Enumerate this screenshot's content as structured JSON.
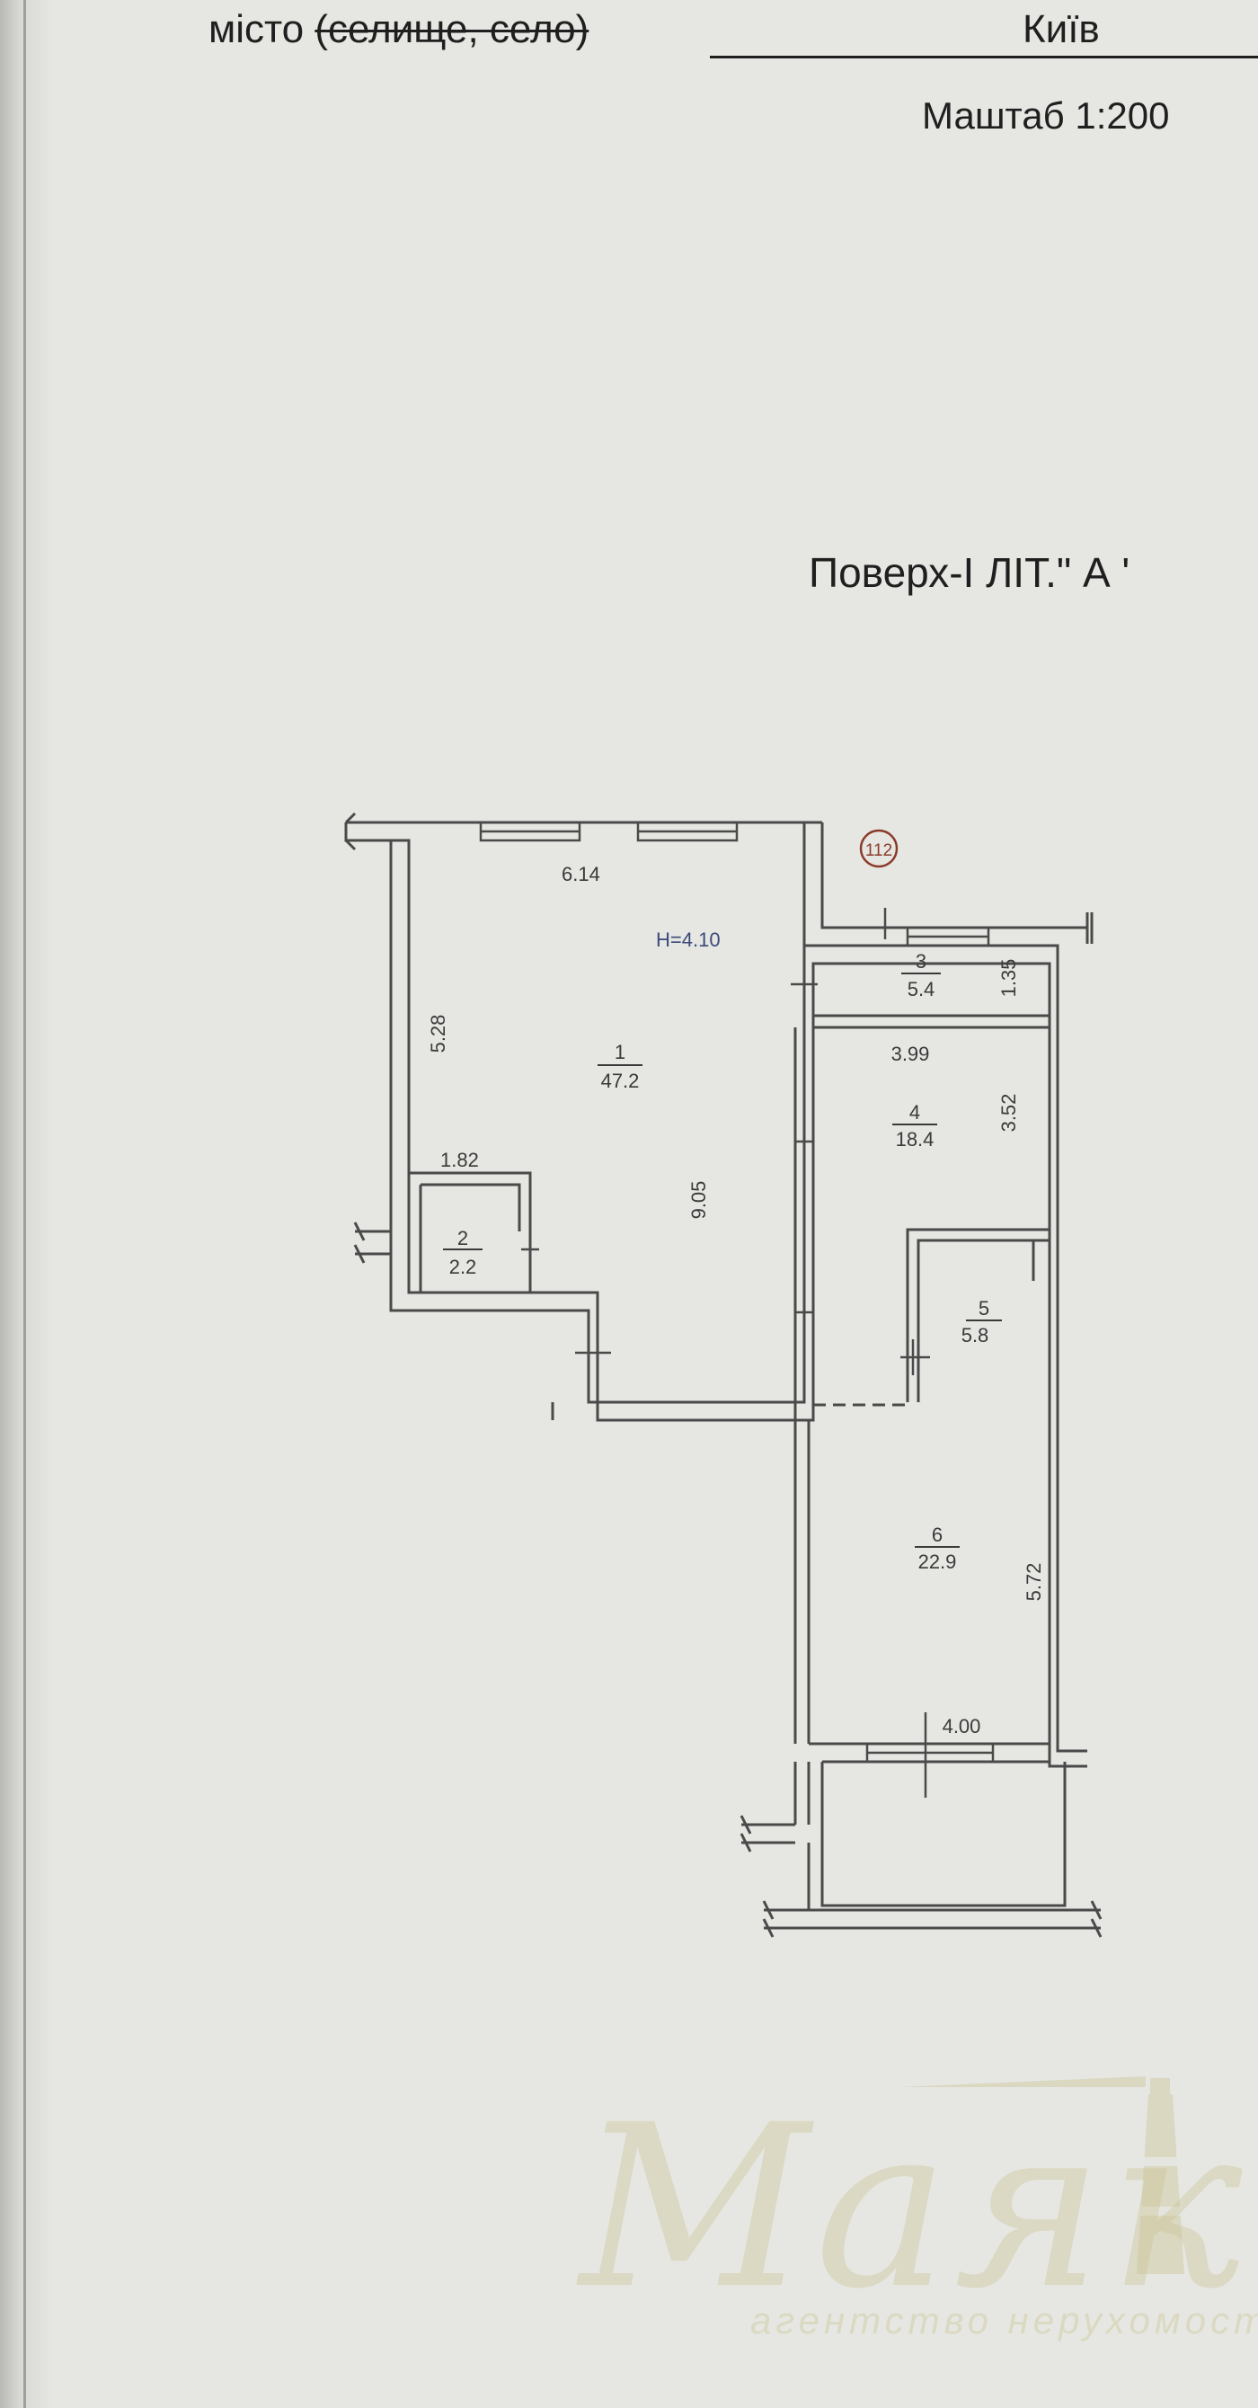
{
  "header": {
    "city_prefix": "місто ",
    "city_struck": "(селище, село)",
    "city_name": "Київ",
    "scale": "Маштаб 1:200",
    "floor": "Поверх-І  ЛІТ.\" А '"
  },
  "plan": {
    "building_number": "112",
    "ceiling_height": "H=4.10",
    "rooms": [
      {
        "number": "1",
        "area": "47.2"
      },
      {
        "number": "2",
        "area": "2.2"
      },
      {
        "number": "3",
        "area": "5.4"
      },
      {
        "number": "4",
        "area": "18.4"
      },
      {
        "number": "5",
        "area": "5.8"
      },
      {
        "number": "6",
        "area": "22.9"
      }
    ],
    "dimensions": {
      "room1_width": "6.14",
      "room1_side": "5.28",
      "room1_length": "9.05",
      "room2_width": "1.82",
      "room3_side": "1.35",
      "room4_width": "3.99",
      "room4_side": "3.52",
      "room6_side": "5.72",
      "room6_width": "4.00"
    }
  },
  "watermark": {
    "brand": "Маяк",
    "tagline": "агентство нерухомості"
  }
}
